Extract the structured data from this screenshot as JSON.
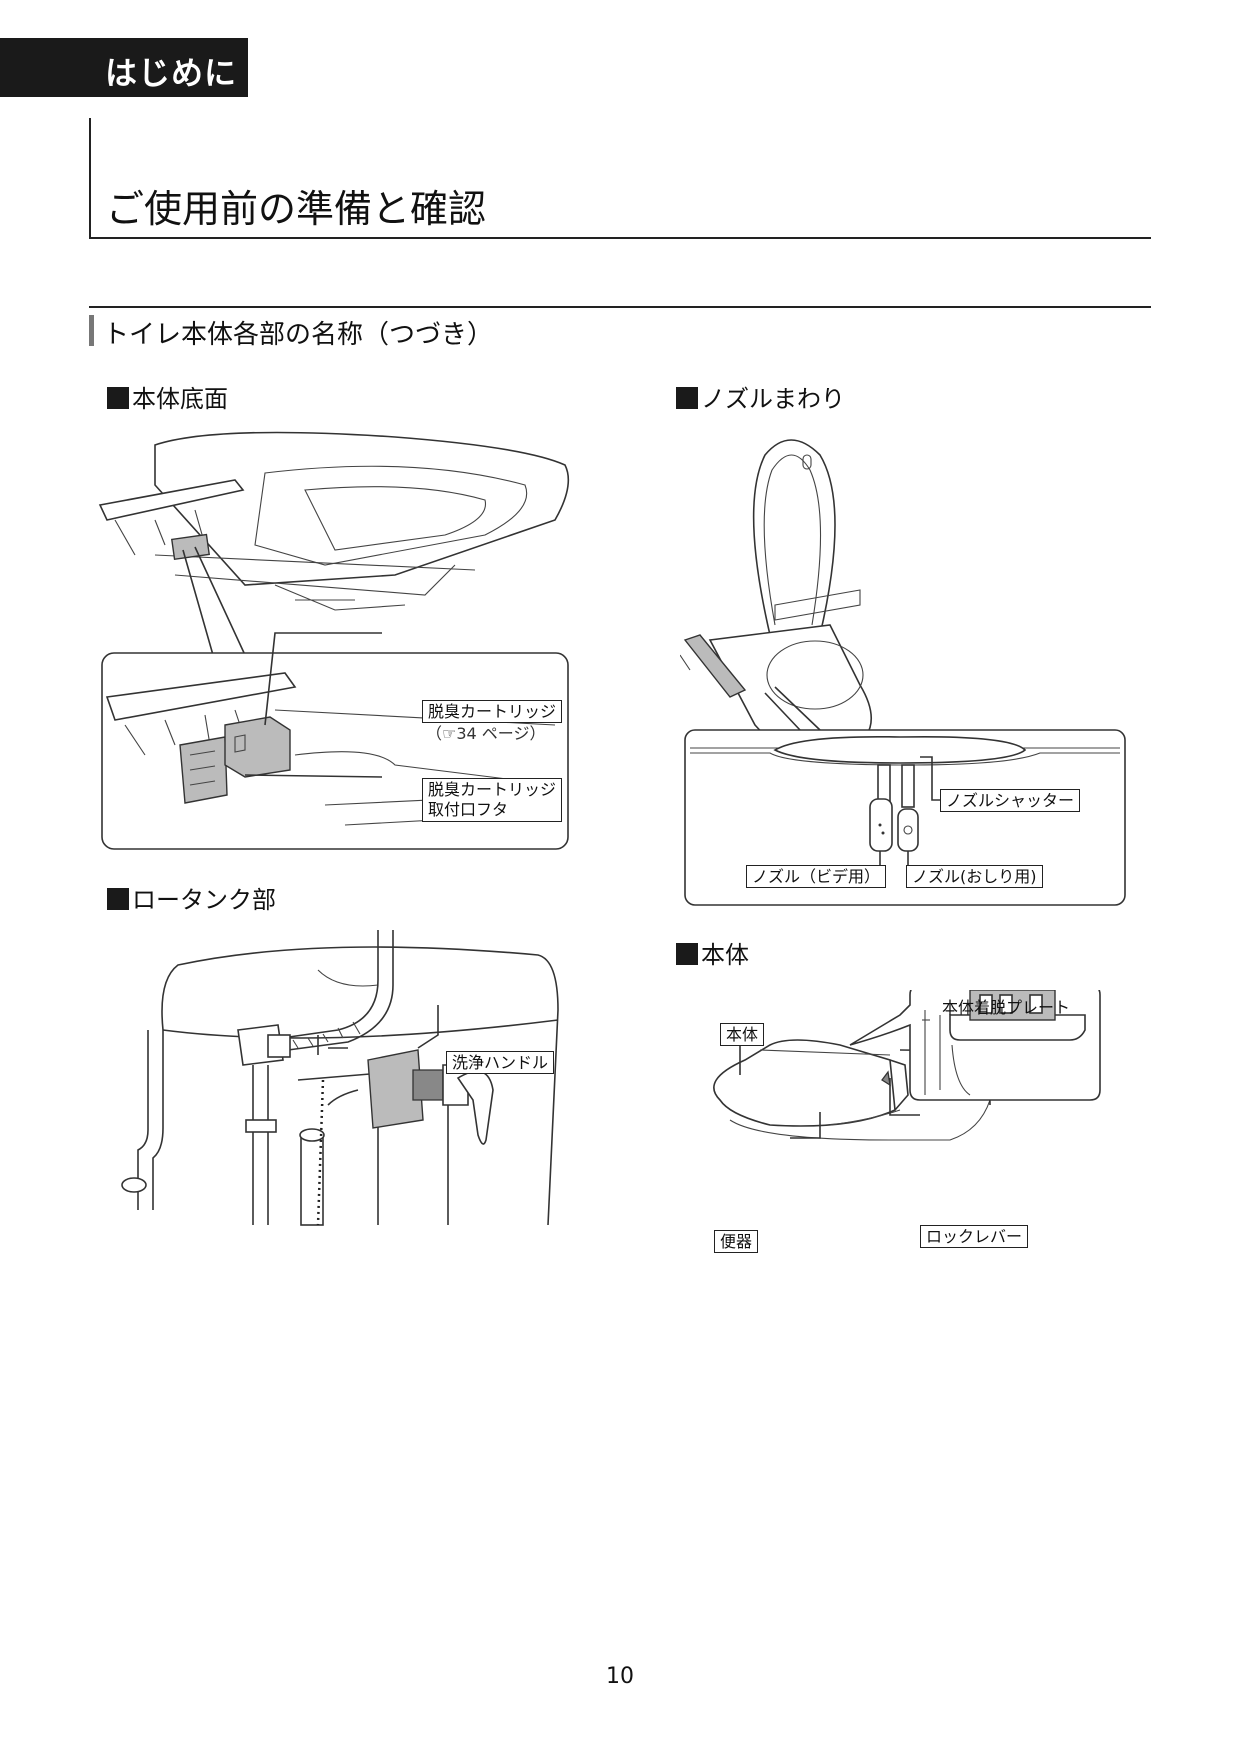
{
  "header": {
    "chapter_tab": "はじめに"
  },
  "page_title": "ご使用前の準備と確認",
  "section_title": "トイレ本体各部の名称（つづき）",
  "bottom_view": {
    "heading": "本体底面",
    "label_cartridge": "脱臭カートリッジ",
    "label_cartridge_ref": "（☞34 ページ）",
    "label_cover_line1": "脱臭カートリッジ",
    "label_cover_line2": "取付口フタ"
  },
  "nozzle_view": {
    "heading": "ノズルまわり",
    "label_shutter": "ノズルシャッター",
    "label_bidet": "ノズル（ビデ用）",
    "label_oshiri": "ノズル(おしり用)"
  },
  "low_tank_view": {
    "heading": "ロータンク部",
    "label_handle": "洗浄ハンドル"
  },
  "body_view": {
    "heading": "本体",
    "label_body": "本体",
    "label_plate": "本体着脱プレート",
    "label_bowl": "便器",
    "label_lock": "ロックレバー"
  },
  "page_number": "10"
}
